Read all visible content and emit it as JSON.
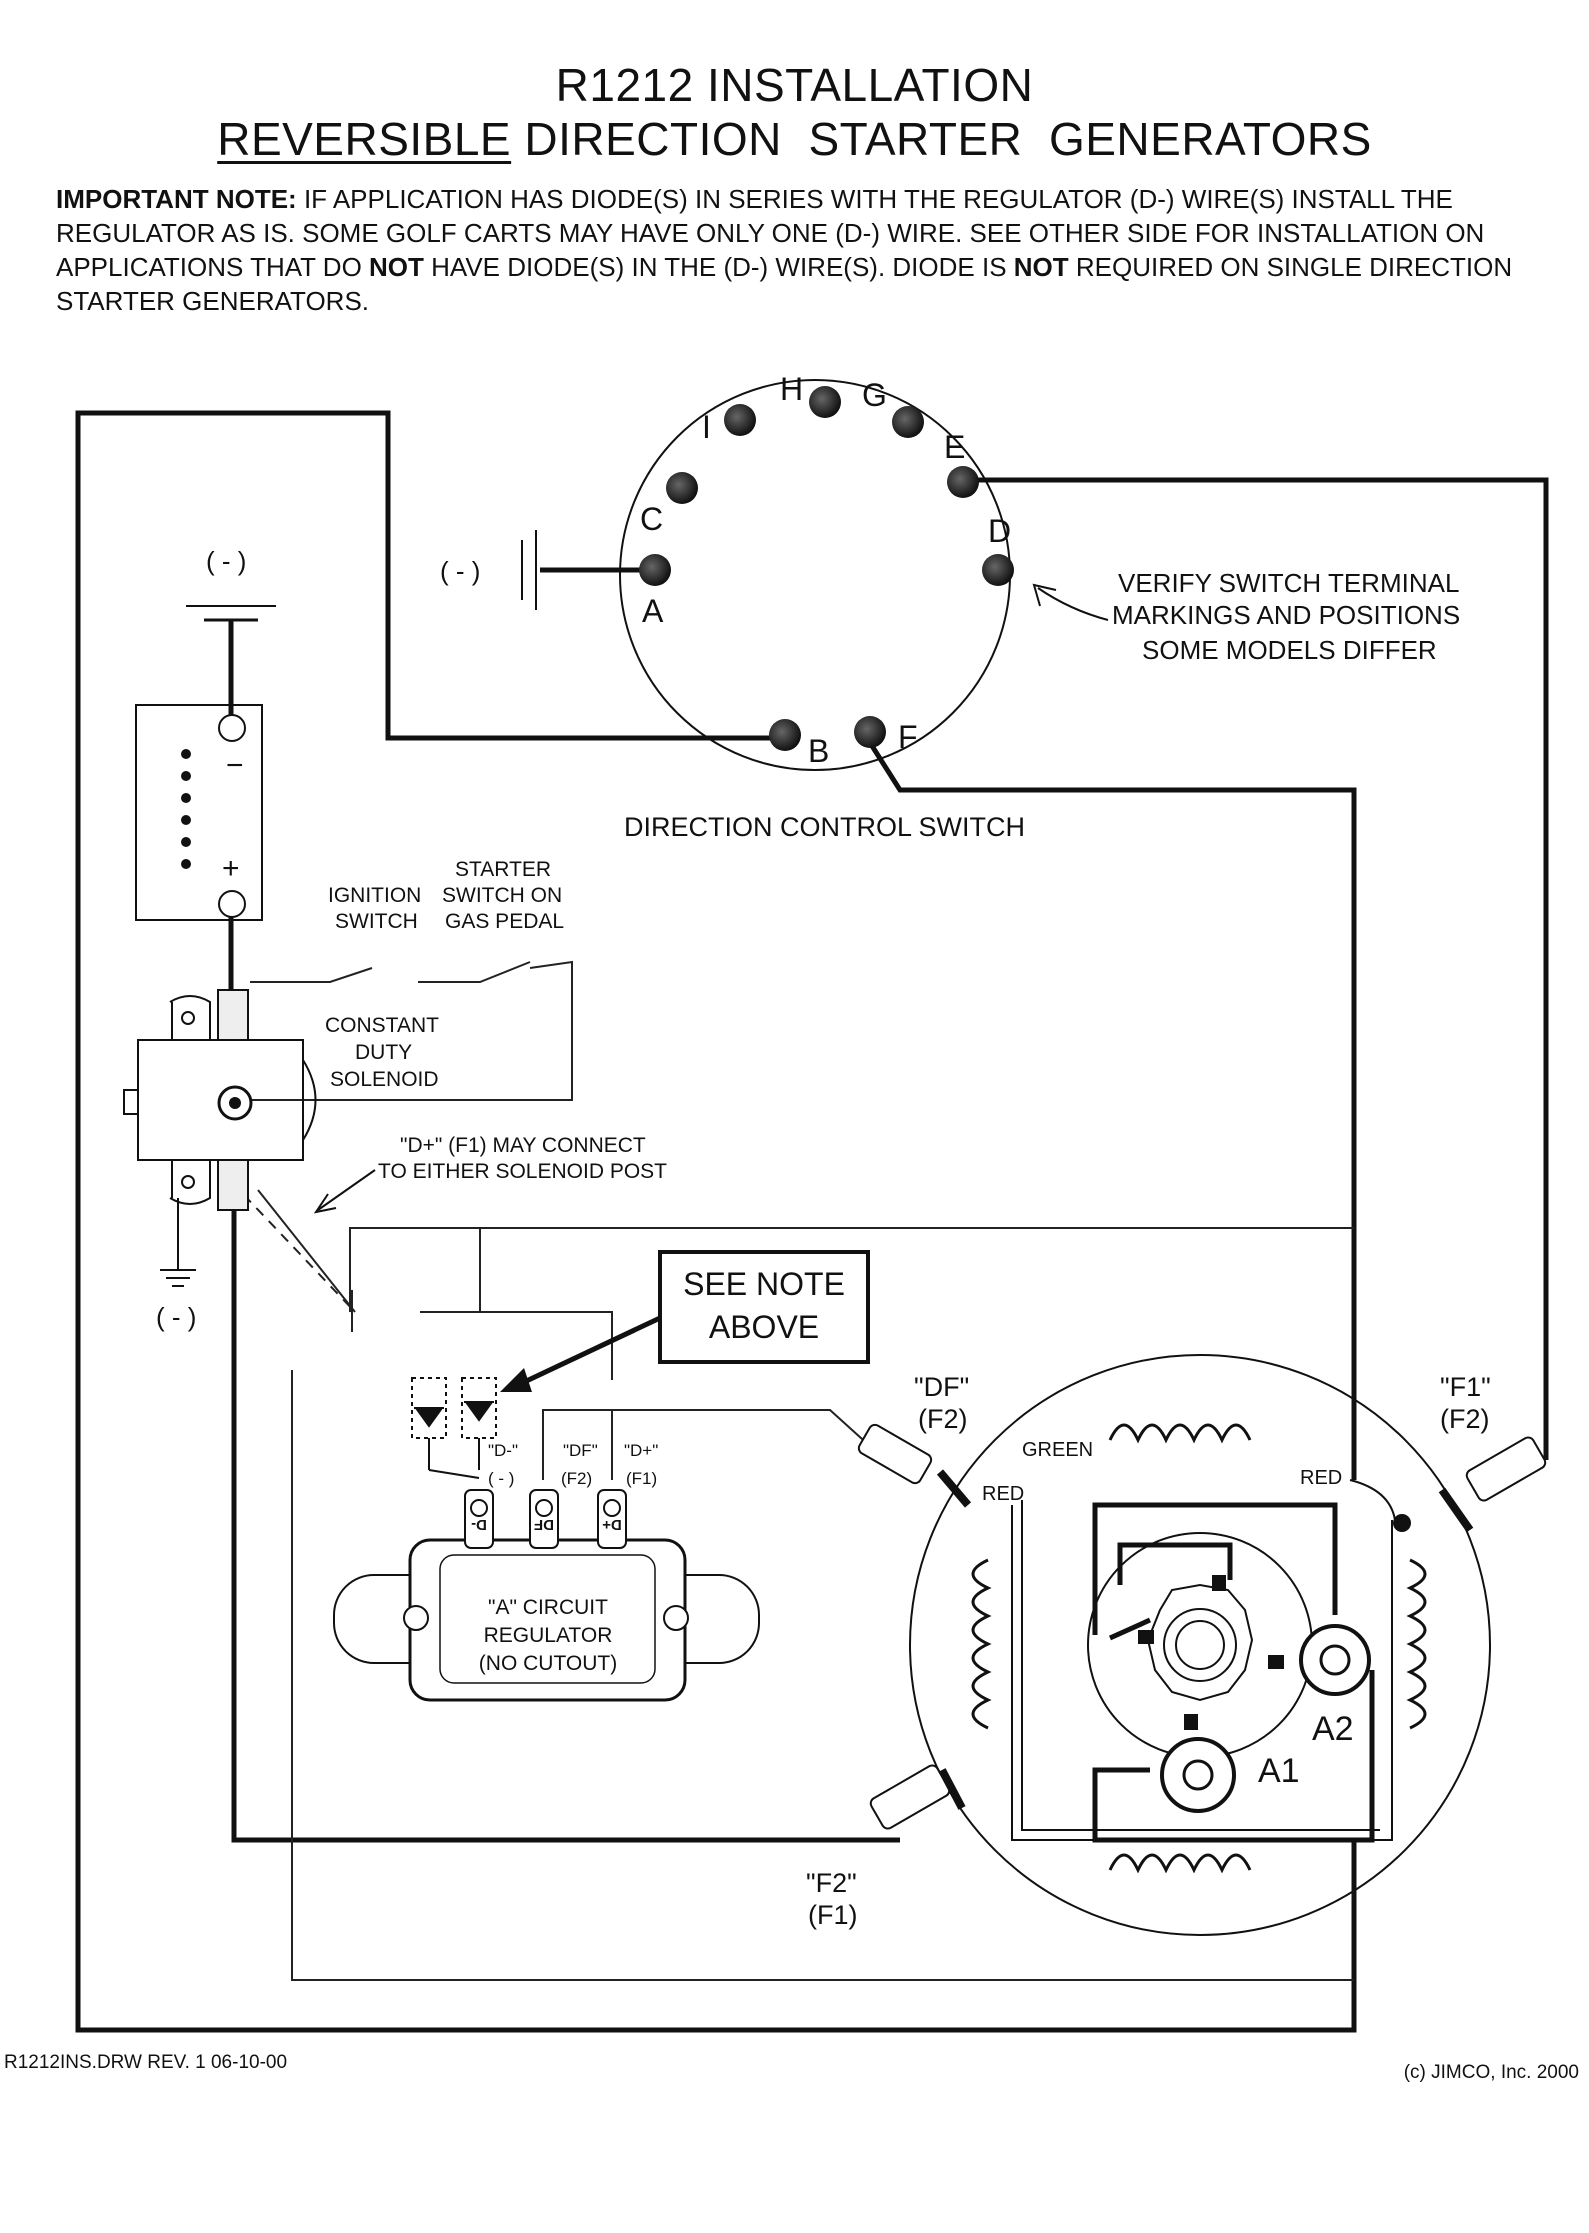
{
  "title": {
    "line1": "R1212 INSTALLATION",
    "line2_underlined": "REVERSIBLE",
    "line2_rest": " DIRECTION  STARTER  GENERATORS"
  },
  "note": {
    "lead": "IMPORTANT NOTE:",
    "part1": " IF APPLICATION HAS DIODE(S) IN SERIES WITH THE REGULATOR (D-) WIRE(S) INSTALL THE REGULATOR AS IS.  SOME GOLF CARTS MAY HAVE ONLY ONE (D-) WIRE.  SEE OTHER SIDE FOR INSTALLATION ON APPLICATIONS THAT DO ",
    "bold1": "NOT",
    "part2": " HAVE DIODE(S) IN THE (D-) WIRE(S).  DIODE IS ",
    "bold2": "NOT",
    "part3": " REQUIRED ON SINGLE DIRECTION STARTER GENERATORS."
  },
  "switch": {
    "terminals": [
      "A",
      "B",
      "C",
      "D",
      "E",
      "F",
      "G",
      "H",
      "I"
    ],
    "ground_label": "( - )",
    "caption": "DIRECTION CONTROL SWITCH",
    "verify_note": [
      "VERIFY SWITCH TERMINAL",
      "MARKINGS AND POSITIONS",
      "SOME MODELS DIFFER"
    ]
  },
  "battery": {
    "top_label": "( - )",
    "minus": "−",
    "plus": "+"
  },
  "ignition": {
    "ignition_switch": [
      "IGNITION",
      "SWITCH"
    ],
    "starter_switch": [
      "STARTER",
      "SWITCH ON",
      "GAS PEDAL"
    ]
  },
  "solenoid": {
    "label": [
      "CONSTANT",
      "DUTY",
      "SOLENOID"
    ],
    "dplus_note": [
      "\"D+\" (F1) MAY CONNECT",
      "TO EITHER SOLENOID POST"
    ],
    "ground_label": "( - )"
  },
  "see_note": [
    "SEE NOTE",
    "ABOVE"
  ],
  "regulator": {
    "terminal_labels": [
      "\"D-\"",
      "\"DF\"",
      "\"D+\""
    ],
    "terminal_sublabels": [
      "( - )",
      "(F2)",
      "(F1)"
    ],
    "terminal_marks": [
      "D-",
      "DF",
      "D+"
    ],
    "label": [
      "\"A\" CIRCUIT",
      "REGULATOR",
      "(NO CUTOUT)"
    ]
  },
  "generator": {
    "df_label": [
      "\"DF\"",
      "(F2)"
    ],
    "f1_label": [
      "\"F1\"",
      "(F2)"
    ],
    "f2_label": [
      "\"F2\"",
      "(F1)"
    ],
    "green": "GREEN",
    "red_left": "RED",
    "red_right": "RED",
    "a1": "A1",
    "a2": "A2"
  },
  "footer": {
    "left": "R1212INS.DRW  REV. 1  06-10-00",
    "right": "(c) JIMCO, Inc.  2000"
  }
}
